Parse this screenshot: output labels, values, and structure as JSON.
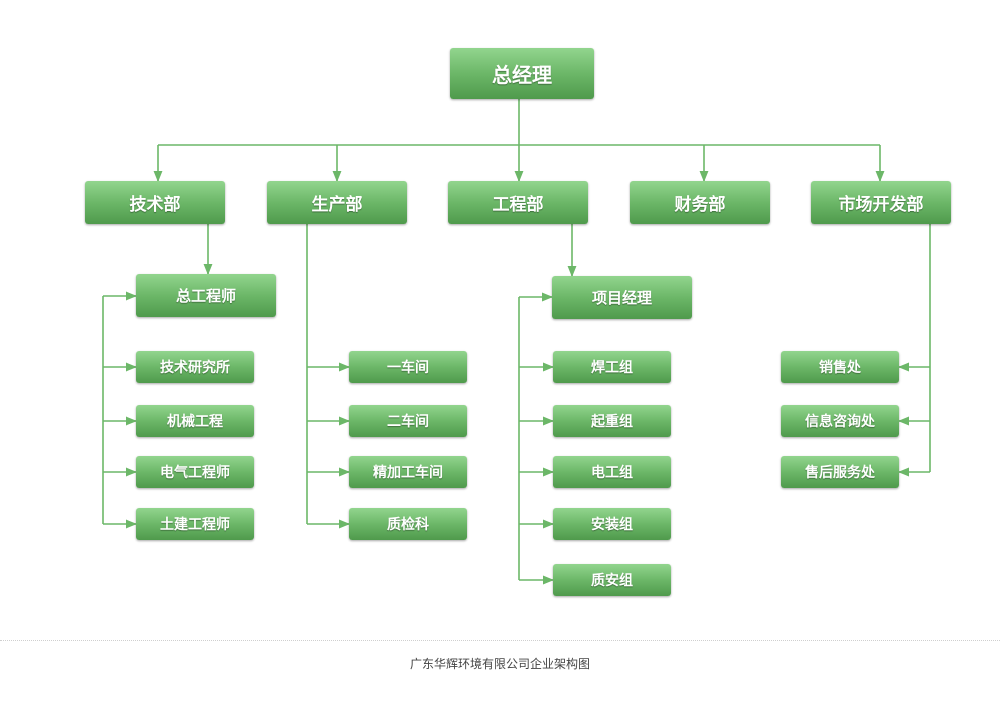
{
  "colors": {
    "line": "#6cb768",
    "box_top": "#92d58e",
    "box_bottom": "#4f9a4c",
    "text": "#ffffff"
  },
  "org": {
    "root": "总经理",
    "departments": [
      {
        "label": "技术部",
        "head": "总工程师",
        "children": [
          "技术研究所",
          "机械工程",
          "电气工程师",
          "土建工程师"
        ]
      },
      {
        "label": "生产部",
        "children": [
          "一车间",
          "二车间",
          "精加工车间",
          "质检科"
        ]
      },
      {
        "label": "工程部",
        "head": "项目经理",
        "children": [
          "焊工组",
          "起重组",
          "电工组",
          "安装组",
          "质安组"
        ]
      },
      {
        "label": "财务部",
        "children": []
      },
      {
        "label": "市场开发部",
        "children": [
          "销售处",
          "信息咨询处",
          "售后服务处"
        ]
      }
    ]
  },
  "caption": "广东华辉环境有限公司企业架构图"
}
